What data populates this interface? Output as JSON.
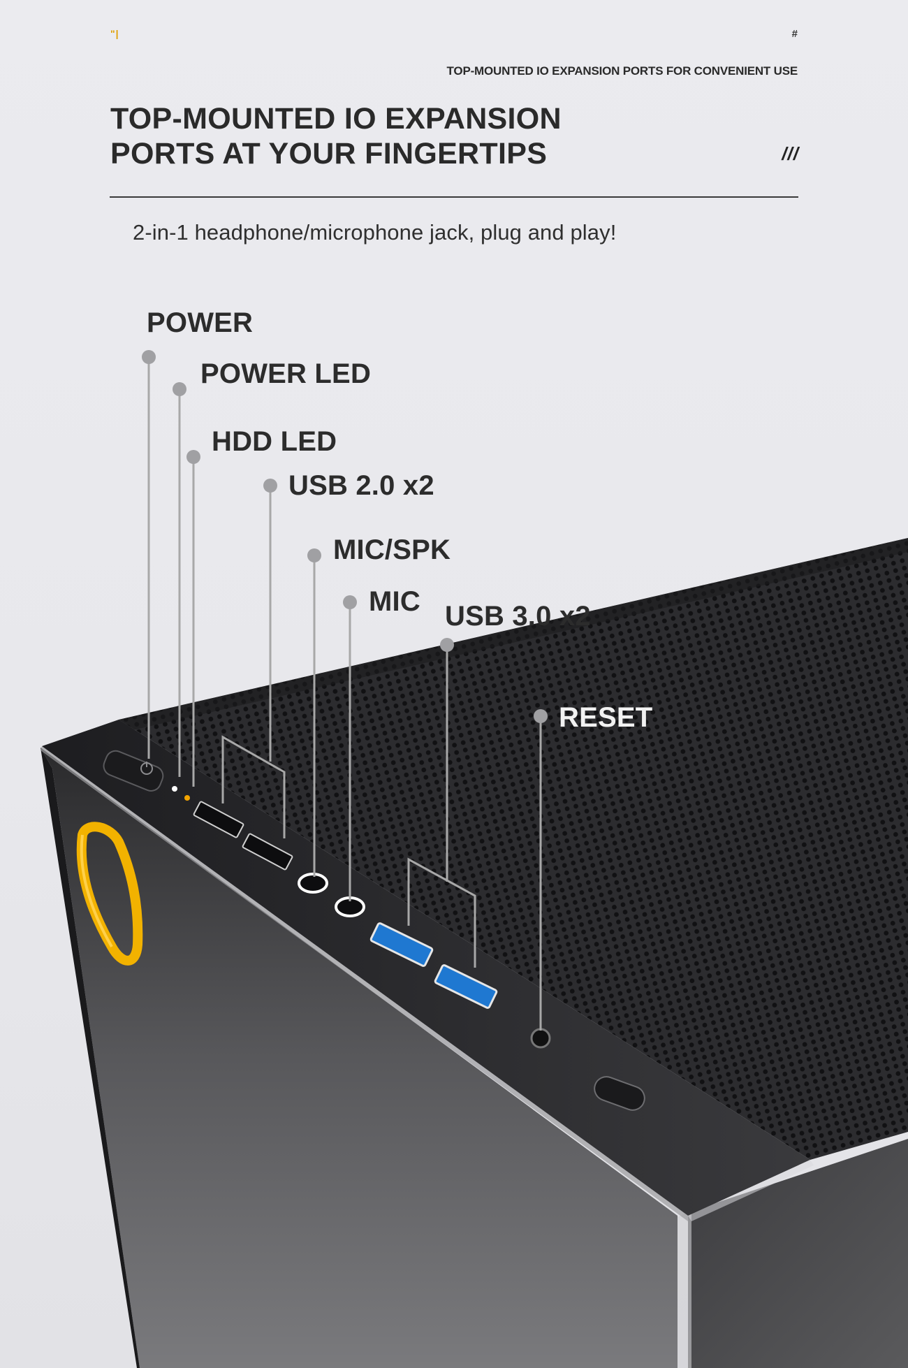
{
  "header": {
    "mark_left": "\"|",
    "mark_right": "#",
    "eyebrow": "TOP-MOUNTED IO EXPANSION PORTS FOR CONVENIENT USE",
    "title_line1": "TOP-MOUNTED IO EXPANSION",
    "title_line2": "PORTS AT YOUR FINGERTIPS",
    "slashes": "///"
  },
  "subtitle": "2-in-1 headphone/microphone jack, plug and play!",
  "ports": {
    "power": "POWER",
    "power_led": "POWER LED",
    "hdd_led": "HDD LED",
    "usb2": "USB 2.0 x2",
    "mic_spk": "MIC/SPK",
    "mic": "MIC",
    "usb3": "USB 3.0 x2",
    "reset": "RESET"
  },
  "colors": {
    "accent_yellow": "#f2b200",
    "usb3_blue": "#1f78d1",
    "case_black": "#1b1b1d",
    "leader_gray": "#a8a8a8"
  },
  "icons": [
    "power-icon",
    "usb-port-icon",
    "audio-jack-icon",
    "reset-button-icon",
    "handle-icon"
  ]
}
